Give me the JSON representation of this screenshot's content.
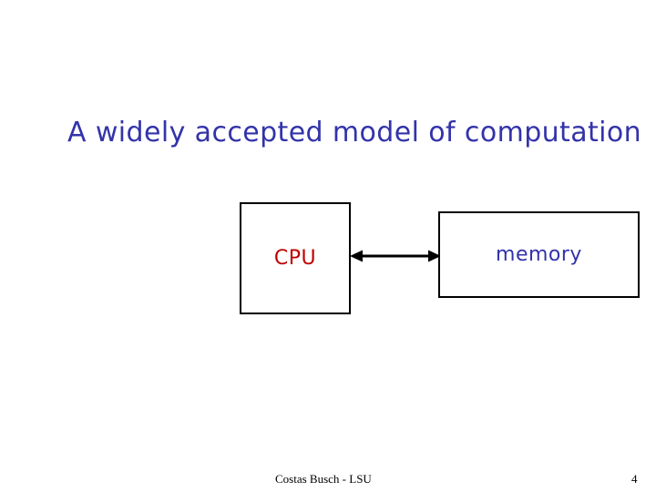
{
  "slide": {
    "title": "A widely accepted model of computation",
    "title_color": "#3333AA",
    "background_color": "#FFFFFF"
  },
  "diagram": {
    "type": "block-diagram",
    "nodes": [
      {
        "id": "cpu",
        "label": "CPU",
        "label_color": "#C00000",
        "border_color": "#000000"
      },
      {
        "id": "memory",
        "label": "memory",
        "label_color": "#3333AA",
        "border_color": "#000000"
      }
    ],
    "connectors": [
      {
        "id": "cpu-memory-bus",
        "from": "cpu",
        "to": "memory",
        "direction": "bidirectional",
        "color": "#000000"
      }
    ]
  },
  "footer": {
    "credit": "Costas Busch - LSU",
    "page_number": "4"
  }
}
